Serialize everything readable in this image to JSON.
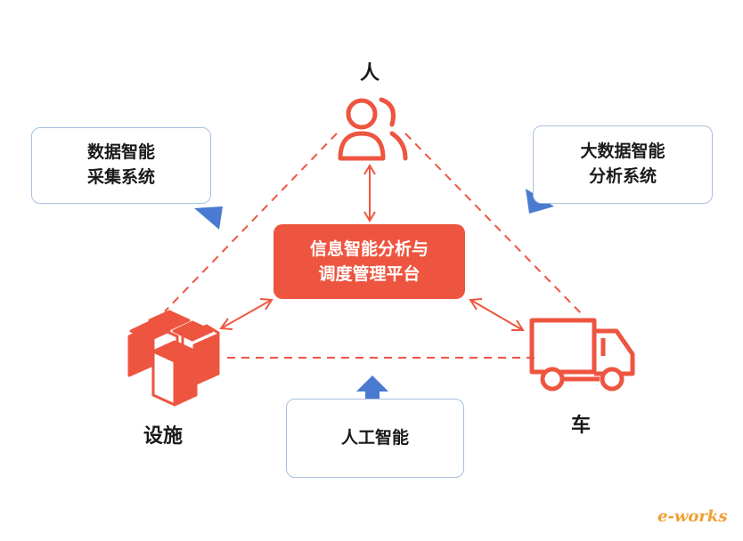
{
  "nodes": {
    "person": "人",
    "facility": "设施",
    "vehicle": "车"
  },
  "center": {
    "label": "信息智能分析与\n调度管理平台"
  },
  "callouts": {
    "left": "数据智能\n采集系统",
    "right": "大数据智能\n分析系统",
    "bottom": "人工智能"
  },
  "watermark": "e-works",
  "colors": {
    "accent": "#ee5540",
    "arrow_blue": "#4a7bd0",
    "box_border": "#a9c0e0"
  },
  "icons": [
    "people-icon",
    "boxes-icon",
    "truck-icon"
  ]
}
